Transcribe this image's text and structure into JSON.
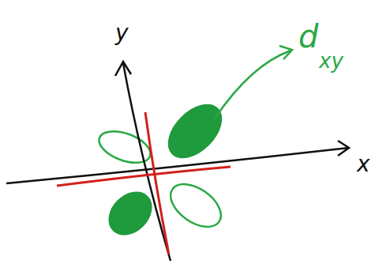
{
  "diagram": {
    "labels": [
      "y",
      "x",
      "d",
      "xy"
    ]
  }
}
